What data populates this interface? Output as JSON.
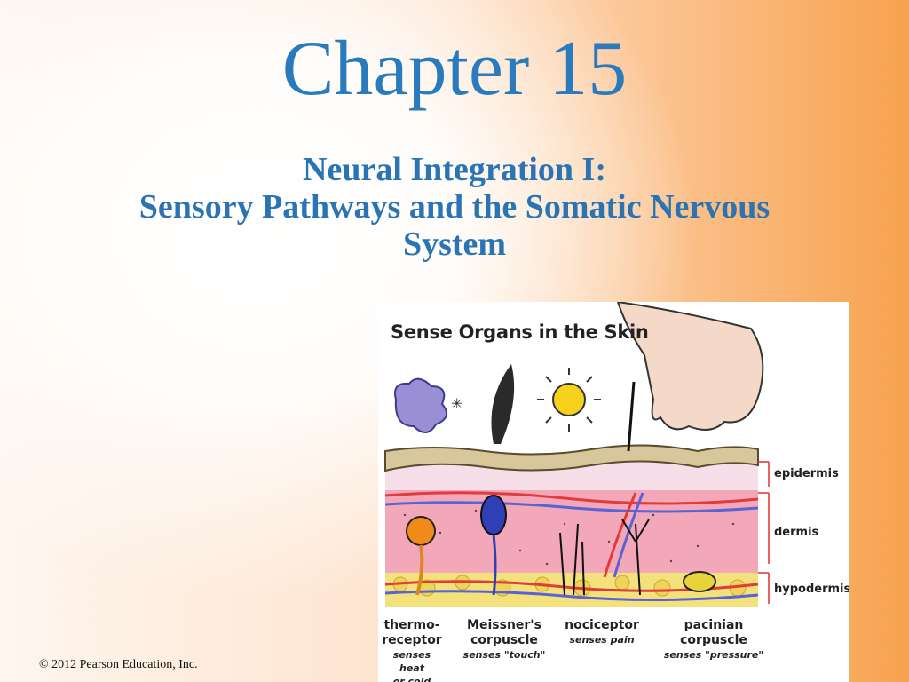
{
  "slide": {
    "title": "Chapter 15",
    "subtitle_lines": [
      "Neural Integration I:",
      "Sensory Pathways and the Somatic Nervous",
      "System"
    ],
    "copyright": "© 2012 Pearson Education, Inc."
  },
  "figure": {
    "title": "Sense Organs in the Skin",
    "layers": [
      "epidermis",
      "dermis",
      "hypodermis"
    ],
    "receptors": [
      {
        "name_lines": [
          "thermo-",
          "receptor"
        ],
        "note_lines": [
          "senses heat",
          "or cold"
        ]
      },
      {
        "name_lines": [
          "Meissner's",
          "corpuscle"
        ],
        "note_lines": [
          "senses \"touch\""
        ]
      },
      {
        "name_lines": [
          "nociceptor"
        ],
        "note_lines": [
          "senses pain"
        ]
      },
      {
        "name_lines": [
          "pacinian",
          "corpuscle"
        ],
        "note_lines": [
          "senses \"pressure\""
        ]
      }
    ],
    "icons": [
      "snowflake-cold-icon",
      "feather-icon",
      "sun-icon",
      "needle-icon",
      "finger-icon"
    ]
  }
}
